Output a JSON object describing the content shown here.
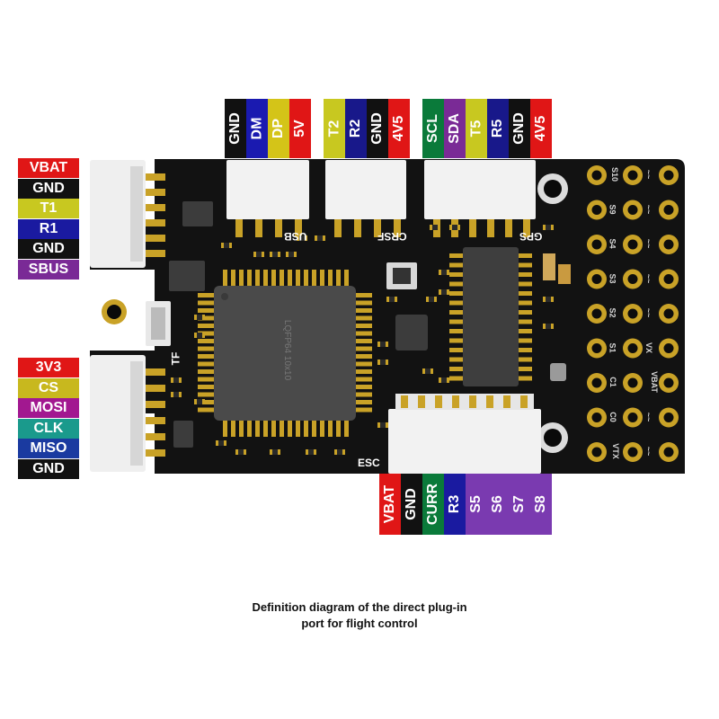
{
  "caption": {
    "line1": "Definition diagram of the direct plug-in",
    "line2": "port for flight control"
  },
  "board_labels": {
    "usb": "USB",
    "crsf": "CRSF",
    "gps": "GPS",
    "tf": "TF",
    "esc": "ESC",
    "chip": "LQFP64 10x10"
  },
  "pad_rows": [
    {
      "label": "S10",
      "right": "~~"
    },
    {
      "label": "S9",
      "right": "~~"
    },
    {
      "label": "S4",
      "right": "~~"
    },
    {
      "label": "S3",
      "right": "~~"
    },
    {
      "label": "S2",
      "right": "~~"
    },
    {
      "label": "S1",
      "right": "VX"
    },
    {
      "label": "C1",
      "right": "VBAT"
    },
    {
      "label": "C0",
      "right": "~~"
    },
    {
      "label": "VTX",
      "right": "~~"
    }
  ],
  "left_top_labels": [
    {
      "text": "VBAT",
      "color": "#e01616"
    },
    {
      "text": "GND",
      "color": "#111111"
    },
    {
      "text": "T1",
      "color": "#c8c820"
    },
    {
      "text": "R1",
      "color": "#1a1aa0"
    },
    {
      "text": "GND",
      "color": "#111111"
    },
    {
      "text": "SBUS",
      "color": "#7a2a96"
    }
  ],
  "left_bottom_labels": [
    {
      "text": "3V3",
      "color": "#e01616"
    },
    {
      "text": "CS",
      "color": "#c8b81e"
    },
    {
      "text": "MOSI",
      "color": "#a21890"
    },
    {
      "text": "CLK",
      "color": "#1a9a8c"
    },
    {
      "text": "MISO",
      "color": "#1a3aa0"
    },
    {
      "text": "GND",
      "color": "#111111"
    }
  ],
  "usb_labels": [
    {
      "text": "GND",
      "color": "#111111"
    },
    {
      "text": "DM",
      "color": "#1a1ab0"
    },
    {
      "text": "DP",
      "color": "#d4c418"
    },
    {
      "text": "5V",
      "color": "#e01616"
    }
  ],
  "crsf_labels": [
    {
      "text": "T2",
      "color": "#c8c820"
    },
    {
      "text": "R2",
      "color": "#18188a"
    },
    {
      "text": "GND",
      "color": "#111111"
    },
    {
      "text": "4V5",
      "color": "#e01616"
    }
  ],
  "gps_labels": [
    {
      "text": "SCL",
      "color": "#0a7a3a"
    },
    {
      "text": "SDA",
      "color": "#7a2a96"
    },
    {
      "text": "T5",
      "color": "#c8c820"
    },
    {
      "text": "R5",
      "color": "#18188a"
    },
    {
      "text": "GND",
      "color": "#111111"
    },
    {
      "text": "4V5",
      "color": "#e01616"
    }
  ],
  "esc_labels": [
    {
      "text": "VBAT",
      "color": "#e01616"
    },
    {
      "text": "GND",
      "color": "#111111"
    },
    {
      "text": "CURR",
      "color": "#0a7a3a"
    },
    {
      "text": "R3",
      "color": "#1a1aa0"
    },
    {
      "text": "S5",
      "color": "#7a3ab0"
    },
    {
      "text": "S6",
      "color": "#7a3ab0"
    },
    {
      "text": "S7",
      "color": "#7a3ab0"
    },
    {
      "text": "S8",
      "color": "#7a3ab0"
    }
  ]
}
